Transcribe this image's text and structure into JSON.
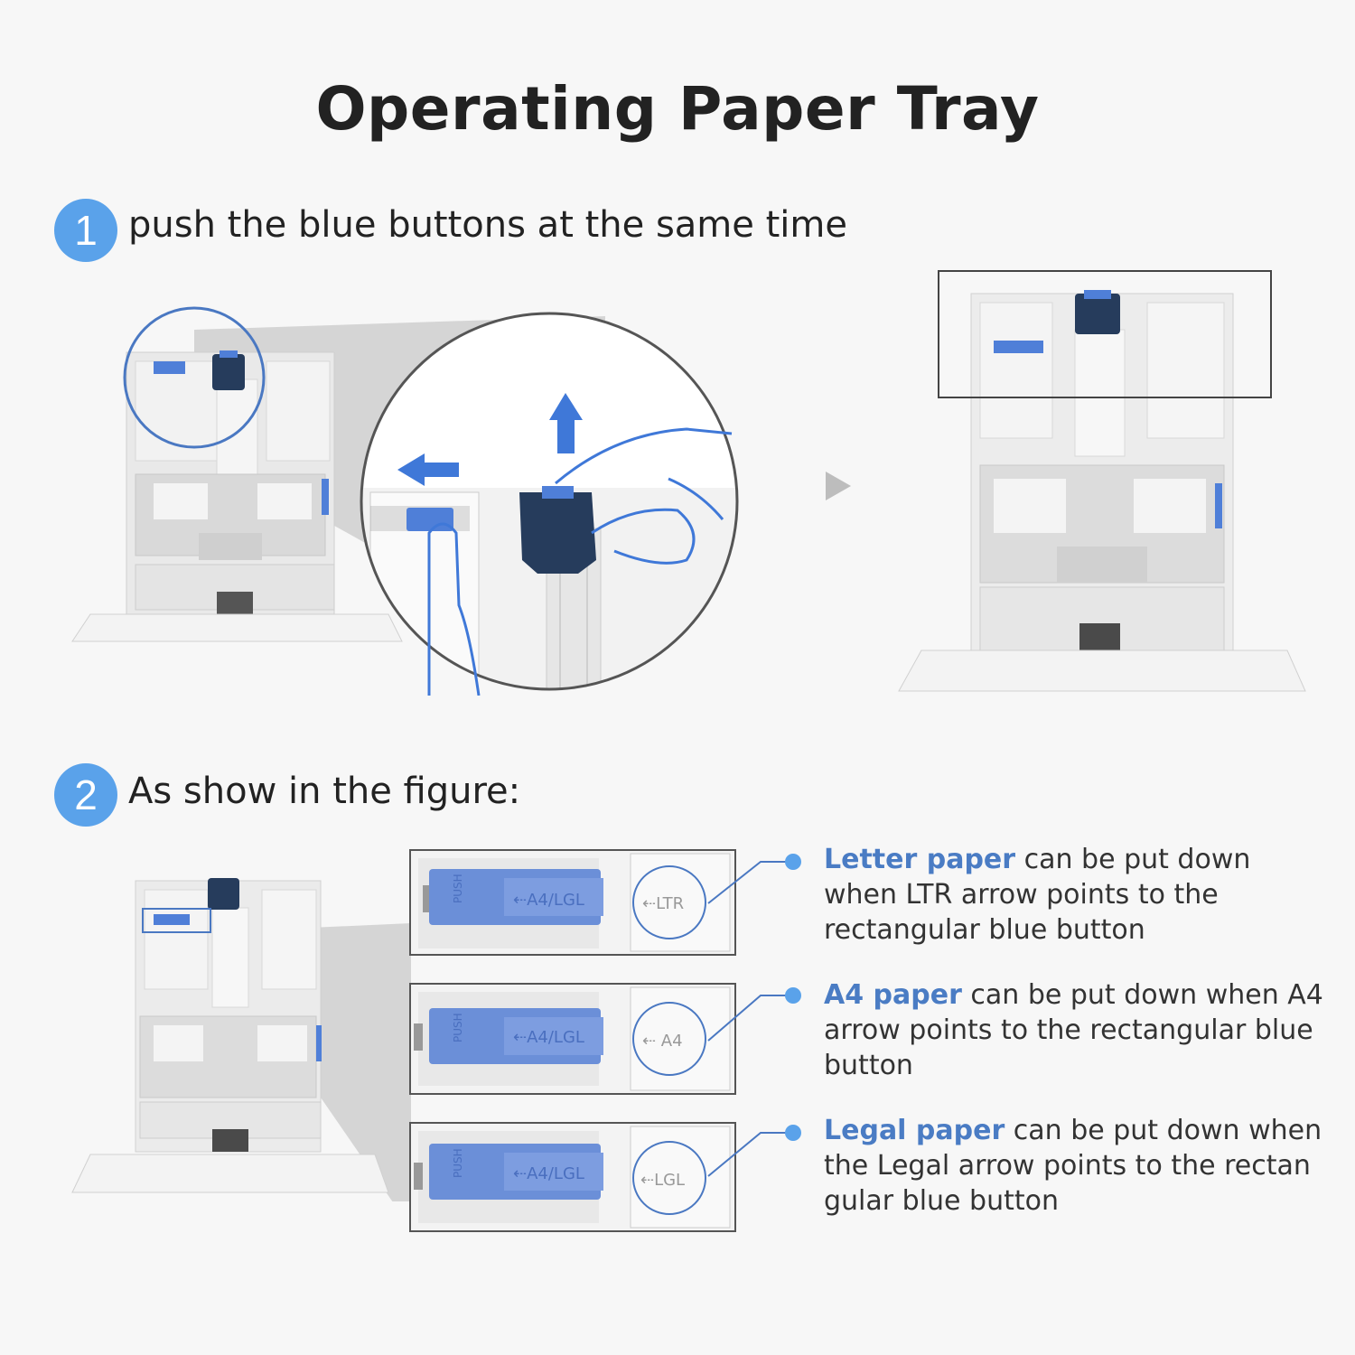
{
  "title": "Operating Paper Tray",
  "steps": [
    {
      "number": "1",
      "text": "push the blue buttons at the same time"
    },
    {
      "number": "2",
      "text": "As show in the figure:"
    }
  ],
  "notes": [
    {
      "highlight": "Letter paper",
      "text": " can be put down when LTR arrow points to the rectangular blue button",
      "label": "LTR"
    },
    {
      "highlight": "A4 paper",
      "text": " can be put down when A4 arrow points to the rectangular blue button",
      "label": "A4"
    },
    {
      "highlight": "Legal paper",
      "text": " can be put down when the Legal arrow points to the rectan gular blue button",
      "label": "LGL"
    }
  ],
  "closeups": {
    "push_label": "PUSH",
    "a4lgl_label": "⇠A4/LGL",
    "ltr_mark": "⇠LTR",
    "a4_mark": "⇠ A4",
    "lgl_mark": "⇠LGL"
  },
  "colors": {
    "accent": "#5aa2ea",
    "highlight_text": "#4a7cc4",
    "button_blue": "#4f7fd8",
    "dark_tab": "#263c5c"
  },
  "icons": [
    "left-arrow-icon",
    "up-arrow-icon",
    "play-arrow-icon",
    "hand-icon"
  ]
}
